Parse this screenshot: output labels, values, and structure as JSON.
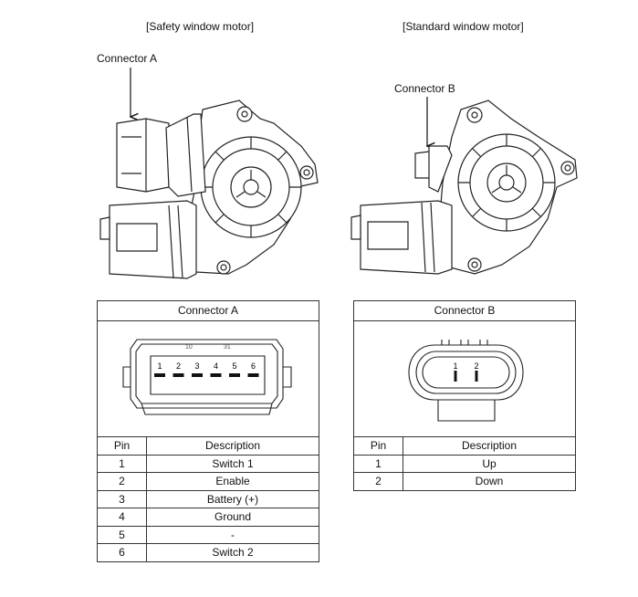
{
  "captions": {
    "safety": "[Safety window motor]",
    "standard": "[Standard window motor]",
    "connector_a_callout": "Connector A",
    "connector_b_callout": "Connector B"
  },
  "connector_a": {
    "title": "Connector A",
    "face_small_labels": [
      "10",
      "31"
    ],
    "pin_numbers": [
      "1",
      "2",
      "3",
      "4",
      "5",
      "6"
    ],
    "table": {
      "headers": [
        "Pin",
        "Description"
      ],
      "rows": [
        {
          "pin": "1",
          "desc": "Switch 1"
        },
        {
          "pin": "2",
          "desc": "Enable"
        },
        {
          "pin": "3",
          "desc": "Battery (+)"
        },
        {
          "pin": "4",
          "desc": "Ground"
        },
        {
          "pin": "5",
          "desc": "-"
        },
        {
          "pin": "6",
          "desc": "Switch 2"
        }
      ]
    }
  },
  "connector_b": {
    "title": "Connector B",
    "pin_numbers": [
      "1",
      "2"
    ],
    "table": {
      "headers": [
        "Pin",
        "Description"
      ],
      "rows": [
        {
          "pin": "1",
          "desc": "Up"
        },
        {
          "pin": "2",
          "desc": "Down"
        }
      ]
    }
  }
}
